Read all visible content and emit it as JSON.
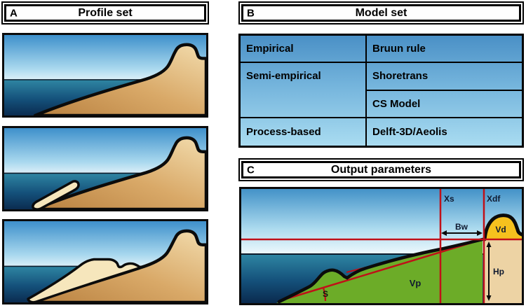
{
  "figure": {
    "panel_a": {
      "letter": "A",
      "title": "Profile set"
    },
    "panel_b": {
      "letter": "B",
      "title": "Model set",
      "table": {
        "rows": [
          {
            "category": "Empirical",
            "models": [
              "Bruun rule"
            ]
          },
          {
            "category": "Semi-empirical",
            "models": [
              "Shoretrans",
              "CS Model"
            ]
          },
          {
            "category": "Process-based",
            "models": [
              "Delft-3D/Aeolis"
            ]
          }
        ]
      }
    },
    "panel_c": {
      "letter": "C",
      "title": "Output parameters",
      "labels": {
        "xs": "Xs",
        "xdf": "Xdf",
        "bw": "Bw",
        "vd": "Vd",
        "hp": "Hp",
        "vp": "Vp",
        "s": "S"
      }
    }
  },
  "colors": {
    "annotation_red": "#C01018",
    "profile_green": "#6CAC28",
    "dune_yellow": "#F6C11E",
    "sand_tan": "#EDD3A4",
    "table_gradient_top": "#4A90C6",
    "table_gradient_bottom": "#A9DCF1",
    "sky_top": "#4392C8",
    "water_deep": "#0A2A4E",
    "outline_black": "#0B0B0B"
  }
}
